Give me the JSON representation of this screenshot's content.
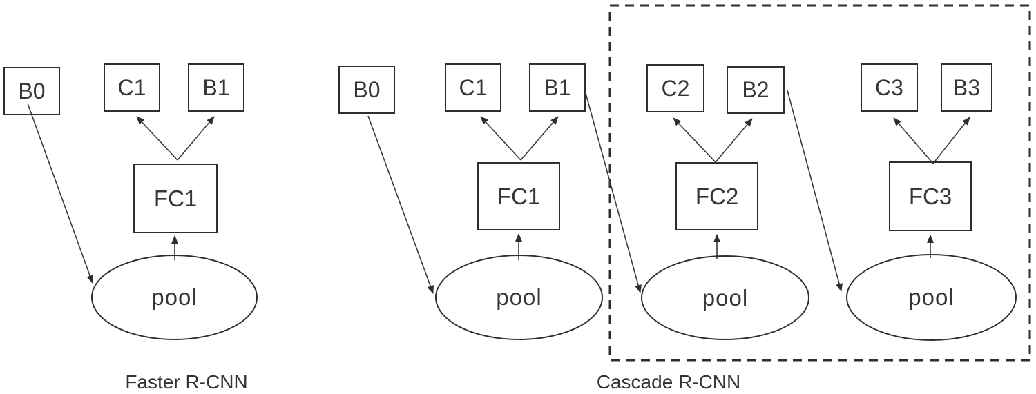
{
  "figure": {
    "background": "#ffffff",
    "stroke_color": "#2e2e2e",
    "text_color": "#363636"
  },
  "faster_rcnn": {
    "caption": "Faster R-CNN",
    "b0": "B0",
    "c1": "C1",
    "b1": "B1",
    "fc1": "FC1",
    "pool": "pool"
  },
  "cascade_rcnn": {
    "caption": "Cascade R-CNN",
    "stage1": {
      "b0": "B0",
      "c1": "C1",
      "b1": "B1",
      "fc": "FC1",
      "pool": "pool"
    },
    "stage2": {
      "c": "C2",
      "b": "B2",
      "fc": "FC2",
      "pool": "pool"
    },
    "stage3": {
      "c": "C3",
      "b": "B3",
      "fc": "FC3",
      "pool": "pool"
    }
  }
}
